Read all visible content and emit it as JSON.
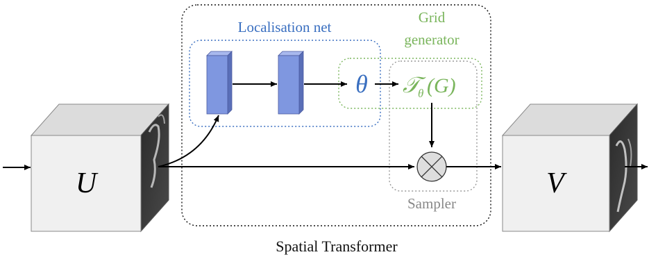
{
  "diagram": {
    "caption": "Spatial Transformer",
    "input_label": "U",
    "output_label": "V",
    "localisation_label": "Localisation net",
    "grid_label_line1": "Grid",
    "grid_label_line2": "generator",
    "sampler_label": "Sampler",
    "theta_symbol": "θ",
    "transform_main": "𝒯",
    "transform_sub": "θ",
    "transform_arg": "(G)",
    "sampler_symbol": "⊗"
  },
  "colors": {
    "localisation": "#3a6fc0",
    "grid": "#7ab55c",
    "sampler_border": "#999999",
    "feature_block_front": "#7f97e0",
    "feature_block_side": "#5a6fb8",
    "feature_block_top": "#a9b9ee",
    "cube_front": "#f0f0f0",
    "cube_top": "#dcdcdc",
    "cube_side": "#3a3a3a",
    "sampler_fill": "#dedede"
  }
}
